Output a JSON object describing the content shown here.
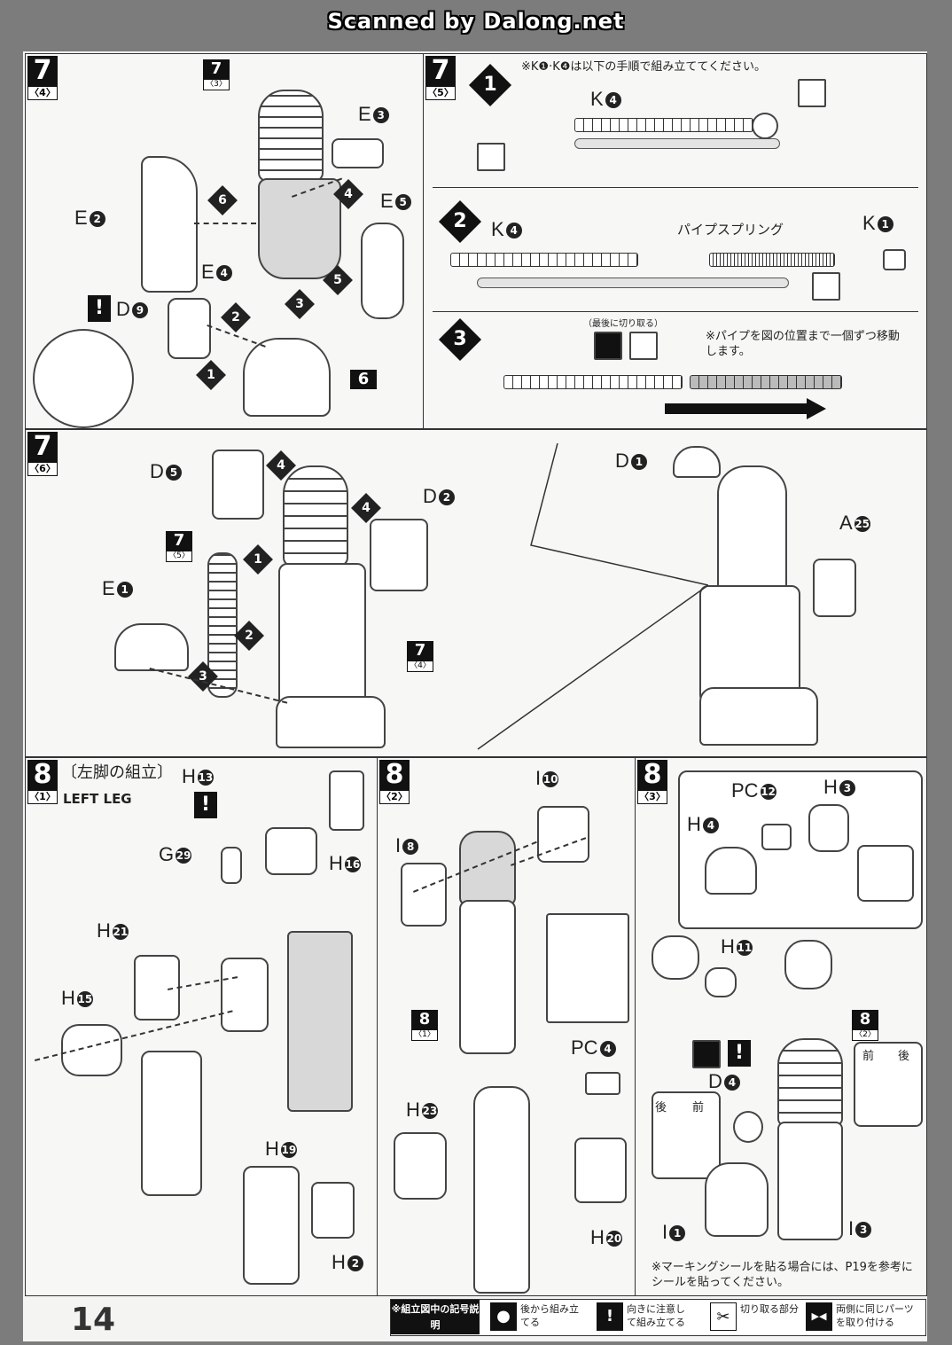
{
  "header": {
    "scanned_text": "Scanned by Dalong.net"
  },
  "page_number": "14",
  "steps": {
    "s7_4": {
      "num": "7",
      "sub": "〈4〉"
    },
    "s7_5": {
      "num": "7",
      "sub": "〈5〉"
    },
    "s7_6": {
      "num": "7",
      "sub": "〈6〉"
    },
    "s8_1": {
      "num": "8",
      "sub": "〈1〉",
      "title": "〔左脚の組立〕",
      "title_en": "LEFT LEG"
    },
    "s8_2": {
      "num": "8",
      "sub": "〈2〉"
    },
    "s8_3": {
      "num": "8",
      "sub": "〈3〉"
    }
  },
  "refs": {
    "r7_3": {
      "num": "7",
      "sub": "〈3〉"
    },
    "r6": {
      "num": "6"
    },
    "r7_5": {
      "num": "7",
      "sub": "〈5〉"
    },
    "r7_4": {
      "num": "7",
      "sub": "〈4〉"
    },
    "r8_1": {
      "num": "8",
      "sub": "〈1〉"
    },
    "r8_2": {
      "num": "8",
      "sub": "〈2〉"
    }
  },
  "panel1": {
    "E3": "E",
    "E3n": "3",
    "E2": "E",
    "E2n": "2",
    "E5": "E",
    "E5n": "5",
    "E4": "E",
    "E4n": "4",
    "D9": "D",
    "D9n": "9"
  },
  "panel2": {
    "note1": "※K❶·K❹は以下の手順で組み立ててください。",
    "sub1": "1",
    "sub2": "2",
    "sub3": "3",
    "k4": "K",
    "k4n": "4",
    "k4b": "K",
    "k4bn": "4",
    "k1": "K",
    "k1n": "1",
    "pipe_spring": "パイプスプリング",
    "last_cut": "（最後に切り取る）",
    "note3": "※パイプを図の位置まで一個ずつ移動します。"
  },
  "panel3": {
    "D5": "D",
    "D5n": "5",
    "D2": "D",
    "D2n": "2",
    "E1": "E",
    "E1n": "1",
    "D1": "D",
    "D1n": "1",
    "A25": "A",
    "A25n": "25"
  },
  "panel4": {
    "H13": "H",
    "H13n": "13",
    "G29": "G",
    "G29n": "29",
    "H16": "H",
    "H16n": "16",
    "H21": "H",
    "H21n": "21",
    "H15": "H",
    "H15n": "15",
    "H19": "H",
    "H19n": "19",
    "H2": "H",
    "H2n": "2"
  },
  "panel5": {
    "I10": "I",
    "I10n": "10",
    "I8": "I",
    "I8n": "8",
    "PC4": "PC",
    "PC4n": "4",
    "H23": "H",
    "H23n": "23",
    "H20": "H",
    "H20n": "20"
  },
  "panel6": {
    "PC12": "PC",
    "PC12n": "12",
    "H3": "H",
    "H3n": "3",
    "H4": "H",
    "H4n": "4",
    "H11": "H",
    "H11n": "11",
    "D4": "D",
    "D4n": "4",
    "I1": "I",
    "I1n": "1",
    "I3": "I",
    "I3n": "3",
    "front": "前",
    "back": "後",
    "note": "※マーキングシールを貼る場合には、P19を参考にシールを貼ってください。"
  },
  "legend": {
    "head": "※組立図中の記号説明",
    "items": [
      {
        "icon": "●",
        "text": "後から組み立てる"
      },
      {
        "icon": "!",
        "text": "向きに注意して組み立てる"
      },
      {
        "icon": "✂",
        "text": "切り取る部分"
      },
      {
        "icon": "▶◀",
        "text": "両側に同じパーツを取り付ける"
      }
    ]
  }
}
